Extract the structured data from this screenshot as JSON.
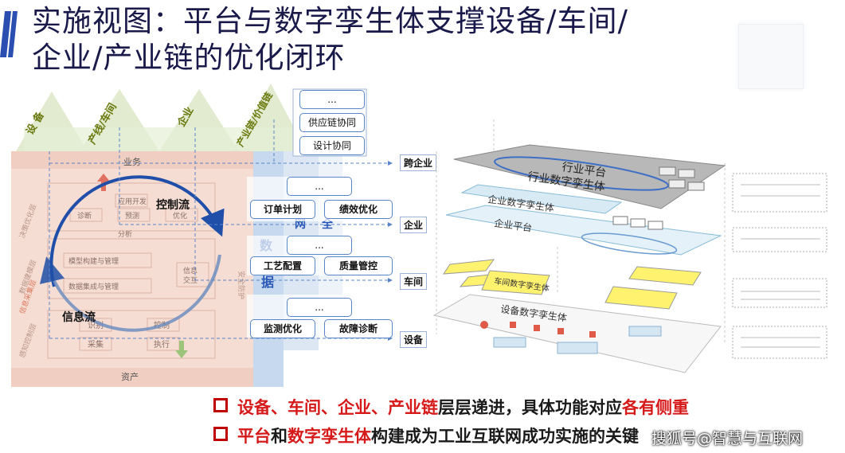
{
  "title": {
    "line1": "实施视图：平台与数字孪生体支撑设备/车间/",
    "line2": "企业/产业链的优化闭环"
  },
  "levels": {
    "device": "设 备",
    "line": "产线/车间",
    "enterprise": "企业",
    "chain": "产业链/价值链"
  },
  "left_panel": {
    "business": "业务",
    "asset": "资产",
    "app_dev": "应用开发",
    "diagnose": "诊断",
    "predict": "预测",
    "optimize": "优化",
    "analysis": "分析",
    "model": "模型构建与管理",
    "info": "信息",
    "interaction": "交互",
    "data_integration": "数据集成与管理",
    "perceive": "识别",
    "control": "控制",
    "collect": "采集",
    "execute": "执行",
    "control_flow": "控制流",
    "info_flow": "信息流",
    "decision": "决策优化层",
    "data_modeling": "数据建模层",
    "info_collect": "信息采集层",
    "perception": "感知控制层",
    "security_side": "安全防护"
  },
  "data_column": {
    "c1": "数",
    "c2": "据"
  },
  "net_column": {
    "c1": "网",
    "c2": "全"
  },
  "func_boxes": {
    "ellipsis": "...",
    "supply_chain": "供应链协同",
    "design": "设计协同",
    "order_plan": "订单计划",
    "performance": "绩效优化",
    "process": "工艺配置",
    "quality": "质量管控",
    "monitor": "监测优化",
    "fault": "故障诊断"
  },
  "targets": {
    "cross": "跨企业",
    "enterprise": "企业",
    "workshop": "车间",
    "device": "设备"
  },
  "layers": {
    "industry_platform": "行业平台",
    "industry_twin": "行业数字孪生体",
    "enterprise_twin": "企业数字孪生体",
    "enterprise_platform": "企业平台",
    "workshop_twin": "车间数字孪生体",
    "device_twin": "设备数字孪生体"
  },
  "bullets": {
    "b1_red1": "设备、车间、企业、产业链",
    "b1_black": "层层递进，具体功能对应",
    "b1_red2": "各有侧重",
    "b2_red1": "平台",
    "b2_black1": "和",
    "b2_red2": "数字孪生体",
    "b2_black2": "构建成为工业互联网成功实施的关键"
  },
  "watermark": "搜狐号@智慧与互联网",
  "colors": {
    "title": "#1a1a4a",
    "accent_blue": "#1f4fa8",
    "bullet_red": "#d61a1a",
    "level_green": "#d9e6c4",
    "left_salmon": "#f6ddd3",
    "data_blue": "#c7d9ee",
    "yellow": "#fff26e",
    "grey_layer": "#b8b8b8"
  }
}
